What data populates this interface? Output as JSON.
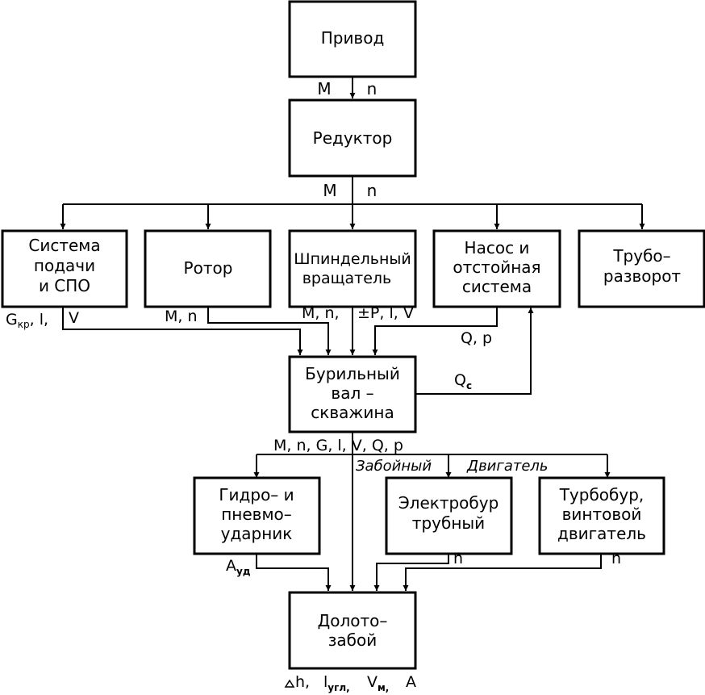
{
  "blocks": {
    "privod": [
      "Привод"
    ],
    "reduktor": [
      "Редуктор"
    ],
    "sistema": [
      "Система",
      "подачи",
      "и СПО"
    ],
    "rotor": [
      "Ротор"
    ],
    "shpindel": [
      "Шпиндельный",
      "вращатель"
    ],
    "nasos": [
      "Насос и",
      "отстойная",
      "система"
    ],
    "truboraz": [
      "Трубо–",
      "разворот"
    ],
    "buril": [
      "Бурильный",
      "вал –",
      "скважина"
    ],
    "gidro": [
      "Гидро– и",
      "пневмо–",
      "ударник"
    ],
    "elektro": [
      "Электробур",
      "трубный"
    ],
    "turbo": [
      "Турбобур,",
      "винтовой",
      "двигатель"
    ],
    "doloto": [
      "Долото–",
      "забой"
    ]
  },
  "labels": {
    "mn1_m": "М",
    "mn1_n": "n",
    "mn2_m": "М",
    "mn2_n": "n",
    "gkr_g": "G",
    "gkr_sub": "кр",
    "gkr_rest": ", l,",
    "gkr_v": "V",
    "rotor_out": "М, n",
    "shp_out_left": "М, n,",
    "shp_out_right": "±P, l, V",
    "q_p": "Q, p",
    "qc_q": "Q",
    "qc_sub": "c",
    "buril_out": "М, n, G, l, V, Q, p",
    "zaboy": "Забойный",
    "dvig": "Двигатель",
    "aud_a": "A",
    "aud_sub": "уд",
    "n_elektro": "n",
    "n_turbo": "n",
    "bottom_dh": "h,",
    "bottom_l": "l",
    "bottom_l_sub": "угл,",
    "bottom_v": "V",
    "bottom_v_sub": "м,",
    "bottom_a": "A"
  }
}
